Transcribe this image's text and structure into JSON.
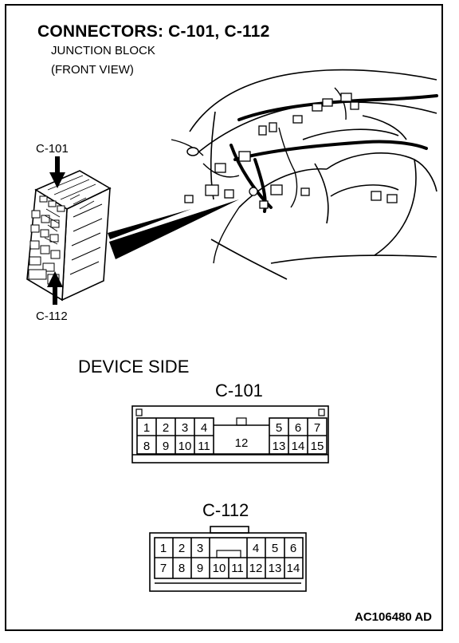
{
  "header": {
    "title": "CONNECTORS: C-101, C-112",
    "subtitle_line1": "JUNCTION BLOCK",
    "subtitle_line2": "(FRONT VIEW)"
  },
  "illustration": {
    "upper_label": "C-101",
    "lower_label": "C-112"
  },
  "device_side_label": "DEVICE SIDE",
  "connectors": [
    {
      "name": "C-101",
      "top_row": [
        "1",
        "2",
        "3",
        "4",
        "5",
        "6",
        "7"
      ],
      "bottom_row": [
        "8",
        "9",
        "10",
        "11",
        "13",
        "14",
        "15"
      ],
      "center_pin": "12"
    },
    {
      "name": "C-112",
      "top_row": [
        "1",
        "2",
        "3",
        "4",
        "5",
        "6"
      ],
      "bottom_row": [
        "7",
        "8",
        "9",
        "10",
        "11",
        "12",
        "13",
        "14"
      ]
    }
  ],
  "figure_code": "AC106480 AD"
}
